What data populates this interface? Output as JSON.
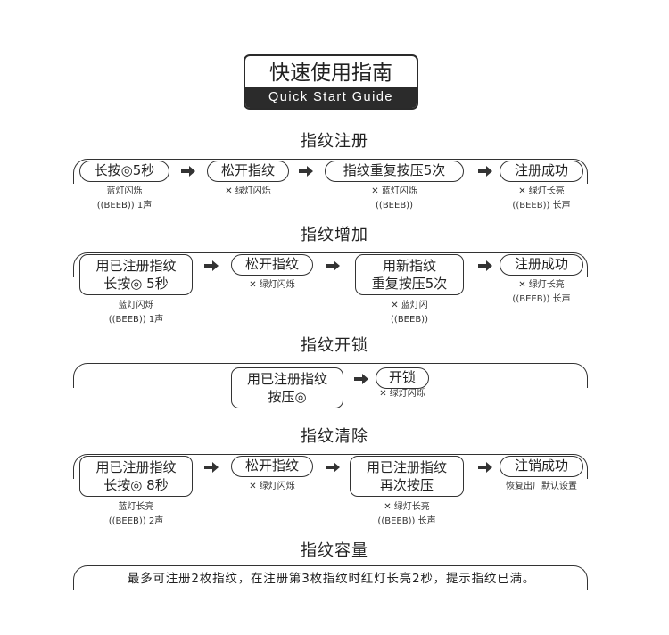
{
  "header": {
    "title_cn": "快速使用指南",
    "title_en": "Quick Start Guide"
  },
  "register": {
    "title": "指纹注册",
    "step1": "长按◎5秒",
    "step2": "松开指纹",
    "step3": "指纹重复按压5次",
    "step4": "注册成功",
    "note1": {
      "line1": "蓝灯闪烁",
      "line2": "((BEEB)) 1声"
    },
    "note2": {
      "line1": "✕ 绿灯闪烁"
    },
    "note3": {
      "line1": "✕ 蓝灯闪烁",
      "line2": "((BEEB))"
    },
    "note4": {
      "line1": "✕ 绿灯长亮",
      "line2": "((BEEB)) 长声"
    }
  },
  "add": {
    "title": "指纹增加",
    "step1": {
      "line1": "用已注册指纹",
      "line2": "长按◎ 5秒"
    },
    "step2": "松开指纹",
    "step3": {
      "line1": "用新指纹",
      "line2": "重复按压5次"
    },
    "step4": "注册成功",
    "note1": {
      "line1": "蓝灯闪烁",
      "line2": "((BEEB)) 1声"
    },
    "note2": {
      "line1": "✕ 绿灯闪烁"
    },
    "note3": {
      "line1": "✕ 蓝灯闪",
      "line2": "((BEEB))"
    },
    "note4": {
      "line1": "✕ 绿灯长亮",
      "line2": "((BEEB)) 长声"
    }
  },
  "unlock": {
    "title": "指纹开锁",
    "step1": {
      "line1": "用已注册指纹",
      "line2": "按压◎"
    },
    "step2": "开锁",
    "note1": {
      "line1": "✕ 绿灯闪烁"
    }
  },
  "clear": {
    "title": "指纹清除",
    "step1": {
      "line1": "用已注册指纹",
      "line2": "长按◎ 8秒"
    },
    "step2": "松开指纹",
    "step3": {
      "line1": "用已注册指纹",
      "line2": "再次按压"
    },
    "step4": "注销成功",
    "note1": {
      "line1": "蓝灯长亮",
      "line2": "((BEEB)) 2声"
    },
    "note2": {
      "line1": "✕ 绿灯闪烁"
    },
    "note3": {
      "line1": "✕ 绿灯长亮",
      "line2": "((BEEB)) 长声"
    },
    "note4": {
      "line1": "恢复出厂默认设置"
    }
  },
  "capacity": {
    "title": "指纹容量",
    "text": "最多可注册2枚指纹，在注册第3枚指纹时红灯长亮2秒，提示指纹已满。"
  }
}
